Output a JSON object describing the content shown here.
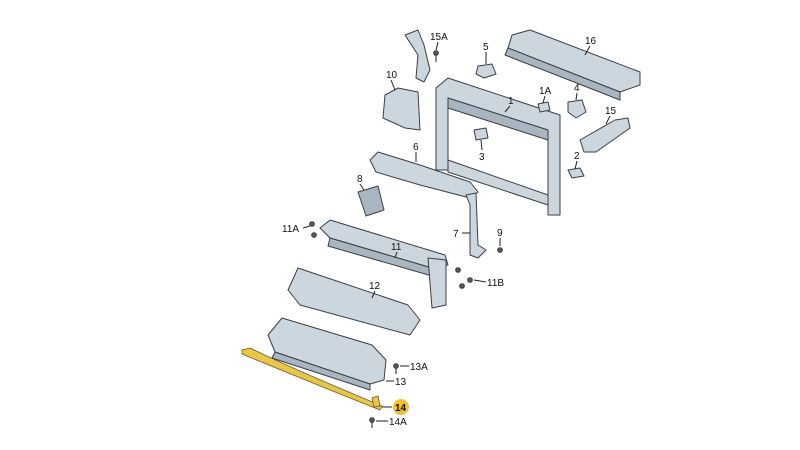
{
  "diagram": {
    "highlight_color": "#f2c230",
    "part_color": "#ccd6df",
    "accent_part_color": "#e8c64a",
    "labels": {
      "p15A": "15A",
      "p5": "5",
      "p16": "16",
      "p10": "10",
      "p1": "1",
      "p1A": "1A",
      "p4": "4",
      "p15": "15",
      "p3": "3",
      "p2": "2",
      "p6": "6",
      "p8": "8",
      "p11A": "11A",
      "p7": "7",
      "p9": "9",
      "p11": "11",
      "p11B": "11B",
      "p12": "12",
      "p13A": "13A",
      "p13": "13",
      "p14": "14",
      "p14A": "14A"
    },
    "selected_part": "14"
  }
}
